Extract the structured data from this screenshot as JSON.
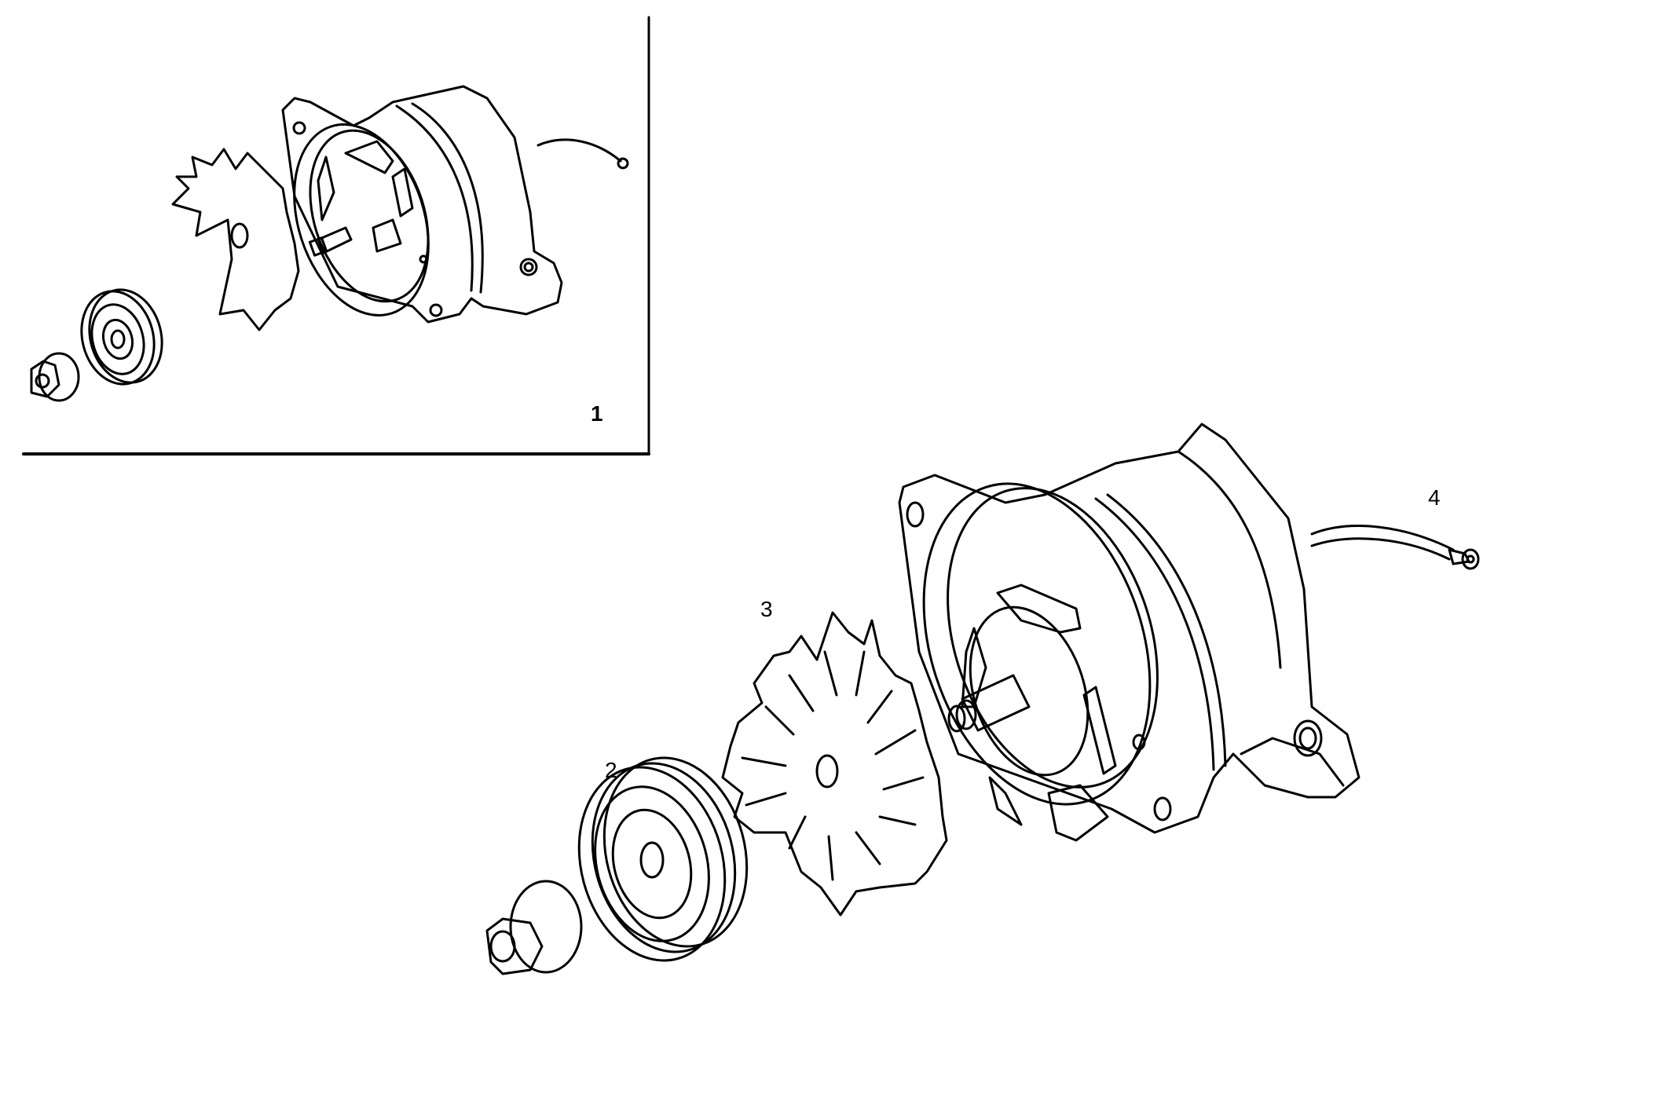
{
  "diagram": {
    "type": "exploded-parts-drawing",
    "subject": "alternator assembly",
    "inset": {
      "label": "1",
      "contents": [
        "nut",
        "pulley",
        "fan",
        "alternator body",
        "cable"
      ]
    },
    "callouts": [
      {
        "id": "2",
        "label": "2",
        "part": "pulley"
      },
      {
        "id": "3",
        "label": "3",
        "part": "fan"
      },
      {
        "id": "4",
        "label": "4",
        "part": "cable"
      }
    ],
    "colors": {
      "line": "#000000",
      "background": "#ffffff"
    }
  }
}
